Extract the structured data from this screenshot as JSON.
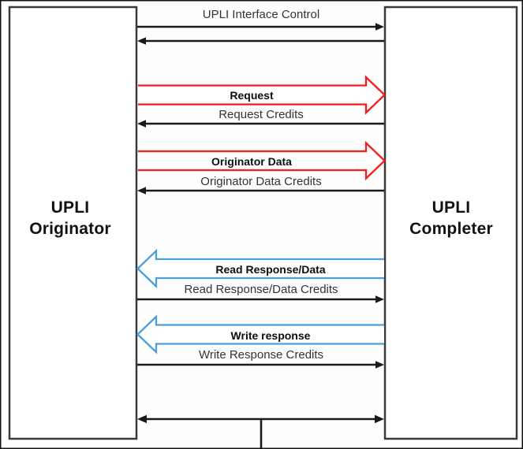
{
  "diagram": {
    "title": "UPLI Originator / Completer interface signal diagram",
    "colors": {
      "outline": "#3a3a3a",
      "black_arrow": "#1a1a1a",
      "red_arrow": "#f71b1b",
      "blue_arrow": "#4c9fdd",
      "background": "#fefefe",
      "border": "#111111"
    },
    "endpoints": {
      "left": {
        "name": "upli-originator",
        "label": "UPLI\nOriginator"
      },
      "right": {
        "name": "upli-completer",
        "label": "UPLI\nCompleter"
      }
    },
    "signals": [
      {
        "id": "upli-interface-control",
        "label": "UPLI Interface Control",
        "style": "plain",
        "color": "#1a1a1a",
        "direction": "bidirectional-pair",
        "emphasis": "normal"
      },
      {
        "id": "request",
        "label": "Request",
        "style": "bold",
        "color": "#f71b1b",
        "direction": "originator-to-completer",
        "emphasis": "block-arrow"
      },
      {
        "id": "request-credits",
        "label": "Request Credits",
        "style": "plain",
        "color": "#1a1a1a",
        "direction": "completer-to-originator",
        "emphasis": "normal"
      },
      {
        "id": "originator-data",
        "label": "Originator Data",
        "style": "bold",
        "color": "#f71b1b",
        "direction": "originator-to-completer",
        "emphasis": "block-arrow"
      },
      {
        "id": "originator-data-credits",
        "label": "Originator Data Credits",
        "style": "plain",
        "color": "#1a1a1a",
        "direction": "completer-to-originator",
        "emphasis": "normal"
      },
      {
        "id": "read-response-data",
        "label": "Read Response/Data",
        "style": "bold",
        "color": "#4c9fdd",
        "direction": "completer-to-originator",
        "emphasis": "block-arrow"
      },
      {
        "id": "read-response-data-credits",
        "label": "Read Response/Data Credits",
        "style": "plain",
        "color": "#1a1a1a",
        "direction": "originator-to-completer",
        "emphasis": "normal"
      },
      {
        "id": "write-response",
        "label": "Write response",
        "style": "bold",
        "color": "#4c9fdd",
        "direction": "completer-to-originator",
        "emphasis": "block-arrow"
      },
      {
        "id": "write-response-credits",
        "label": "Write Response Credits",
        "style": "plain",
        "color": "#1a1a1a",
        "direction": "originator-to-completer",
        "emphasis": "normal"
      },
      {
        "id": "bottom-bidirectional",
        "label": "",
        "style": "none",
        "color": "#1a1a1a",
        "direction": "bidirectional",
        "emphasis": "normal"
      }
    ]
  }
}
